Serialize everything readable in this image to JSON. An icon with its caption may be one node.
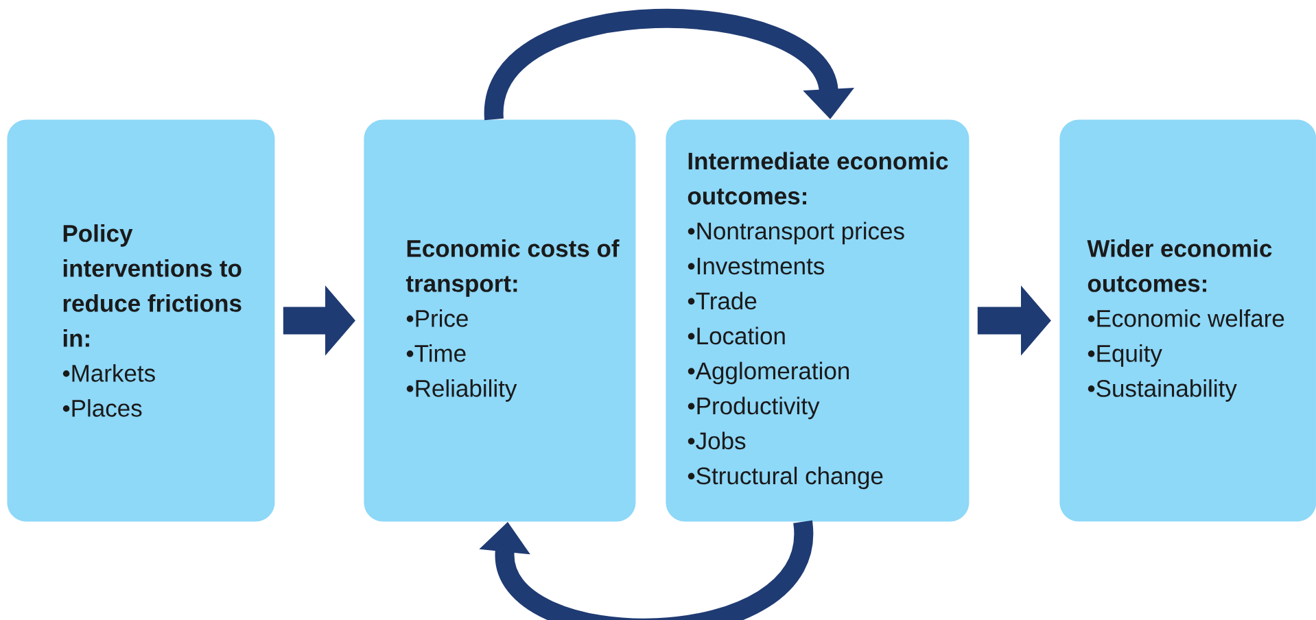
{
  "diagram": {
    "nodes": [
      {
        "text": [
          "Policy interventions to reduce frictions in:",
          "•Markets",
          "•Places"
        ]
      },
      {
        "text": [
          "Economic costs of transport:",
          "•Price",
          "•Time",
          "•Reliability"
        ]
      },
      {
        "text": [
          "Intermediate economic outcomes:",
          "•Nontransport prices",
          "•Investments",
          "•Trade",
          "•Location",
          "•Agglomeration",
          "•Productivity",
          "•Jobs",
          "•Structural change"
        ]
      },
      {
        "text": [
          "Wider economic outcomes:",
          "•Economic welfare",
          "•Equity",
          "•Sustainability"
        ]
      }
    ],
    "edges": [
      {
        "from": 0,
        "to": 1,
        "arrow": "to"
      },
      {
        "from": 1,
        "to": 2,
        "arrow": "to"
      },
      {
        "from": 2,
        "to": 1,
        "arrow": "to"
      },
      {
        "from": 2,
        "to": 3,
        "arrow": "to"
      }
    ]
  }
}
